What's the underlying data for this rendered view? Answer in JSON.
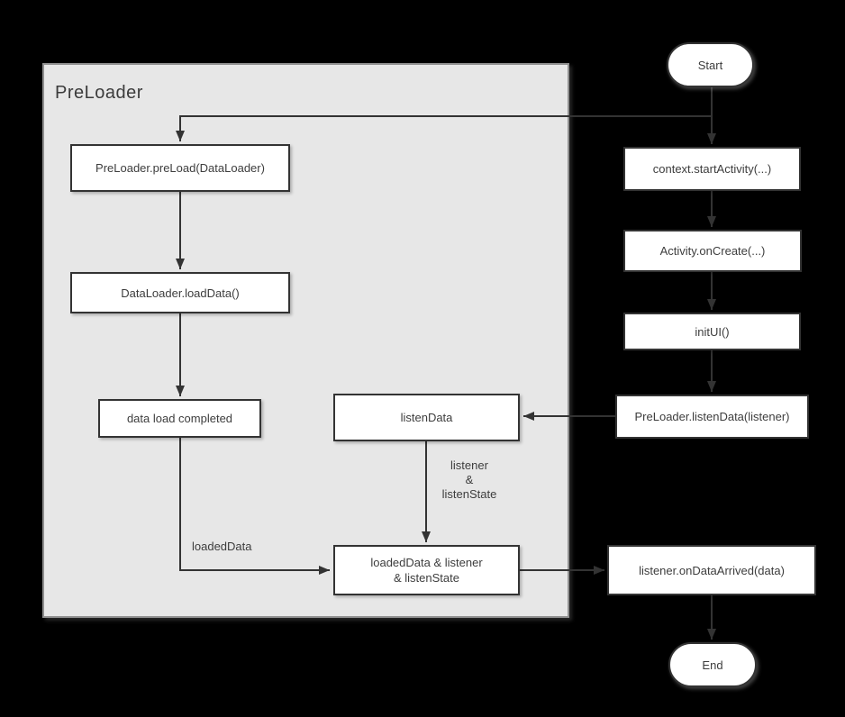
{
  "colors": {
    "background": "#000000",
    "container_fill": "#e7e7e7",
    "container_border": "#8f8f8f",
    "node_fill": "#ffffff",
    "node_border": "#333333",
    "edge_stroke": "#333333",
    "text": "#3d3d3d"
  },
  "container": {
    "title": "PreLoader"
  },
  "nodes": {
    "start": {
      "label": "Start"
    },
    "start_activity": {
      "label": "context.startActivity(...)"
    },
    "on_create": {
      "label": "Activity.onCreate(...)"
    },
    "init_ui": {
      "label": "initUI()"
    },
    "listen_data_call": {
      "label": "PreLoader.listenData(listener)"
    },
    "on_data_arrived": {
      "label": "listener.onDataArrived(data)"
    },
    "end": {
      "label": "End"
    },
    "pre_load": {
      "label": "PreLoader.preLoad(DataLoader)"
    },
    "load_data": {
      "label": "DataLoader.loadData()"
    },
    "load_completed": {
      "label": "data load completed"
    },
    "listen_data": {
      "label": "listenData"
    },
    "combined": {
      "line1": "loadedData & listener",
      "line2": "& listenState"
    }
  },
  "edge_labels": {
    "loaded_data": "loadedData",
    "listener_state": {
      "line1": "listener",
      "line2": "&",
      "line3": "listenState"
    }
  }
}
